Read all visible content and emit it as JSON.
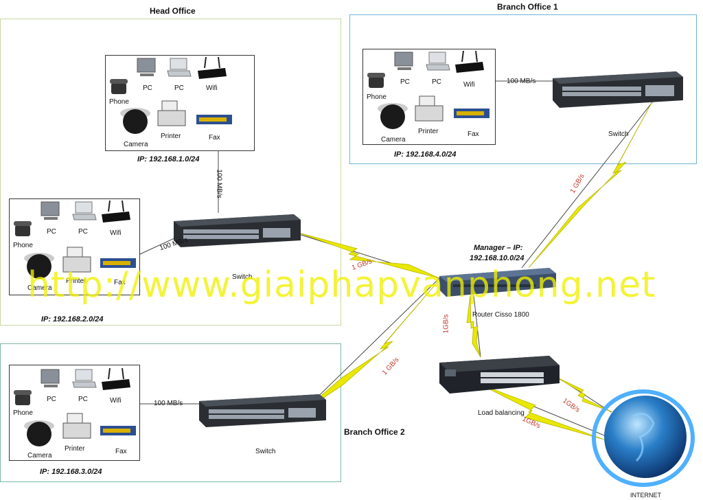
{
  "regions": {
    "head_office": "Head Office",
    "branch1": "Branch Office 1",
    "branch2": "Branch Office 2"
  },
  "labels": {
    "phone": "Phone",
    "pc": "PC",
    "wifi": "Wifi",
    "camera": "Camera",
    "printer": "Printer",
    "fax": "Fax",
    "switch": "Switch"
  },
  "ips": {
    "head_top": "IP: 192.168.1.0/24",
    "head_left": "IP: 192.168.2.0/24",
    "branch1": "IP: 192.168.4.0/24",
    "branch2": "IP: 192.168.3.0/24"
  },
  "links": {
    "speed_100": "100 MB/s",
    "speed_1g": "1 GB/s",
    "speed_1g_nospace": "1GB/s"
  },
  "core": {
    "manager_line1": "Manager – IP:",
    "manager_line2": "192.168.10.0/24",
    "router": "Router Cisso 1800",
    "load_balancing": "Load balancing",
    "internet": "INTERNET"
  },
  "watermark": "http://www.giaiphapvanphong.net",
  "colors": {
    "head_office_border": "#c8d8a0",
    "branch1_border": "#6fb2d8",
    "branch2_border": "#7ab8a0",
    "lightning": "#e8e800",
    "speed_red": "#c0392b"
  }
}
